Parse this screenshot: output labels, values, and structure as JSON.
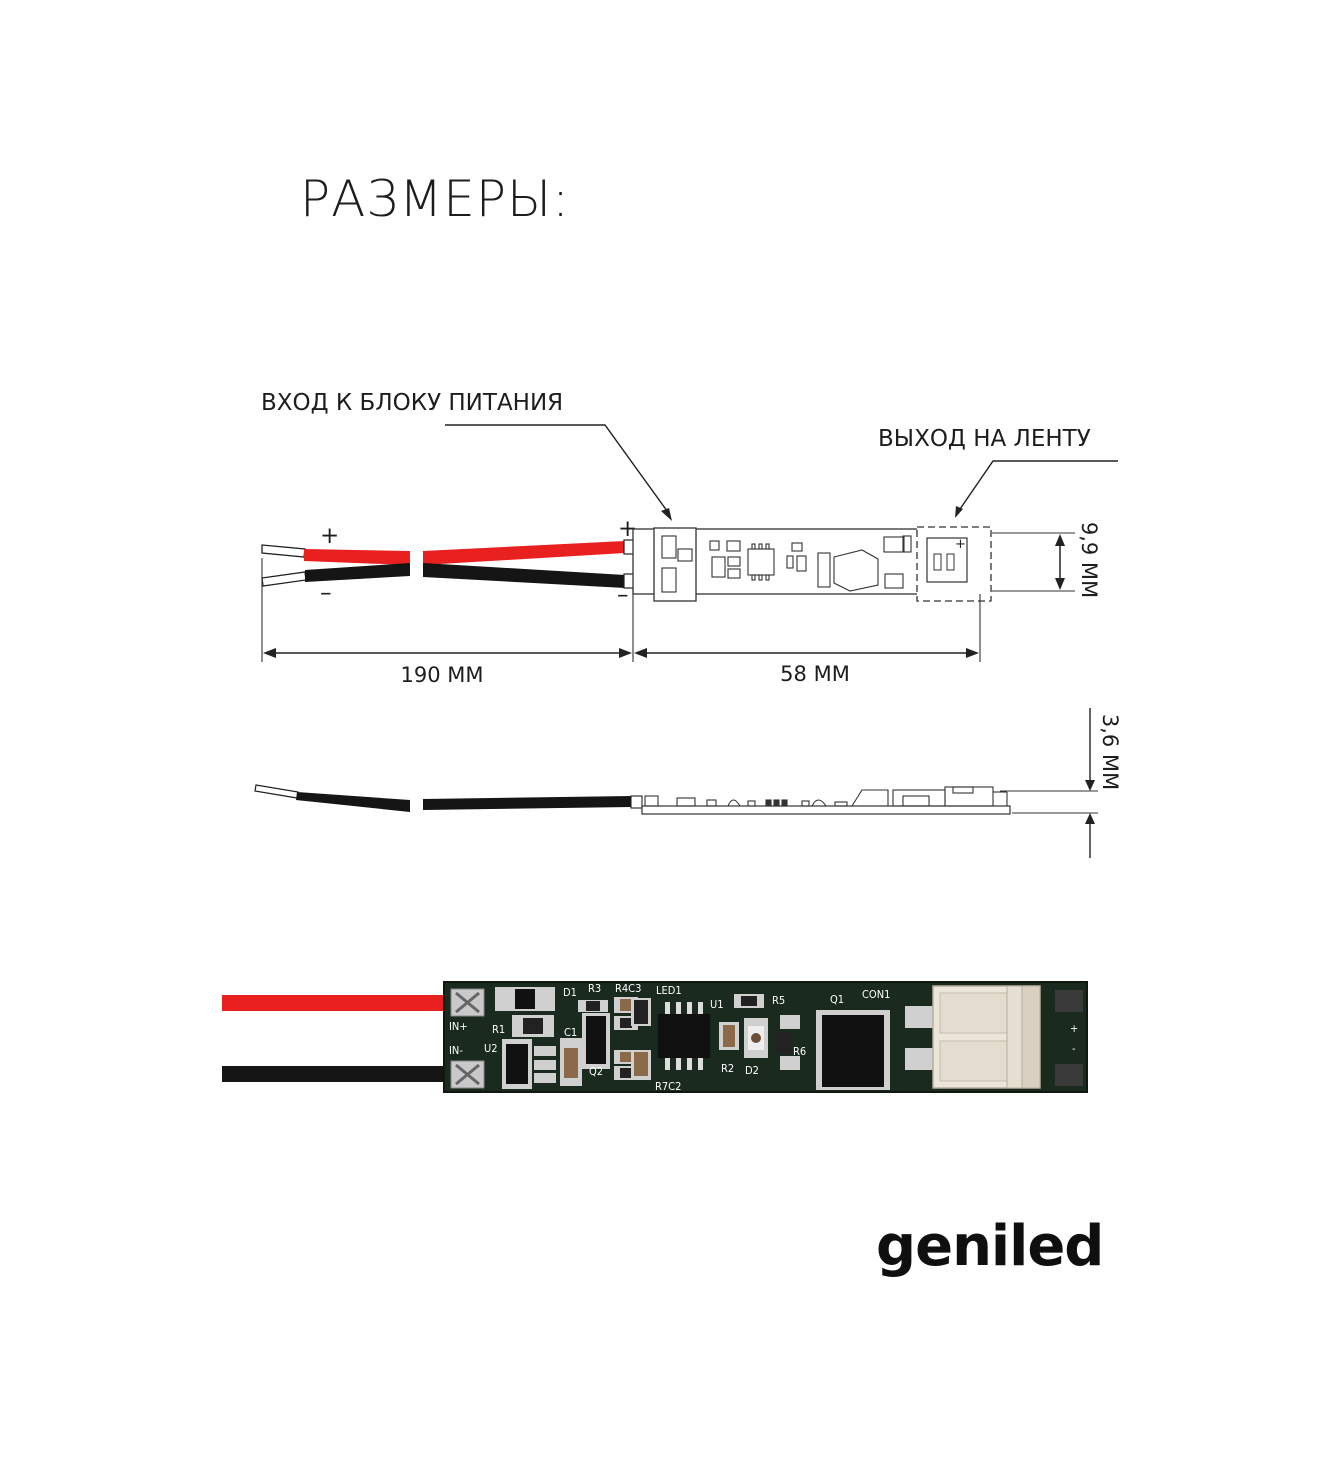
{
  "title": "РАЗМЕРЫ:",
  "labels": {
    "input": "ВХОД К БЛОКУ ПИТАНИЯ",
    "output": "ВЫХОД НА ЛЕНТУ"
  },
  "dimensions": {
    "cable_length": "190 ММ",
    "board_length": "58 ММ",
    "board_width": "9,9 ММ",
    "board_height": "3,6 ММ"
  },
  "polarity": {
    "plus": "+",
    "minus": "–"
  },
  "pcb_silkscreen": {
    "in_plus": "IN+",
    "in_minus": "IN-",
    "u2": "U2",
    "r1": "R1",
    "c1": "C1",
    "q2": "Q2",
    "d1": "D1",
    "r3": "R3",
    "r4c3": "R4C3",
    "led1": "LED1",
    "u1": "U1",
    "r5": "R5",
    "q1": "Q1",
    "con1": "CON1",
    "r2": "R2",
    "d2": "D2",
    "r6": "R6",
    "r7c2": "R7C2",
    "out_plus": "+",
    "out_minus": "-"
  },
  "brand": "geniled",
  "colors": {
    "red_wire": "#e8201f",
    "black_wire": "#151515",
    "pcb": "#1b2a1e",
    "connector": "#ece5da"
  }
}
